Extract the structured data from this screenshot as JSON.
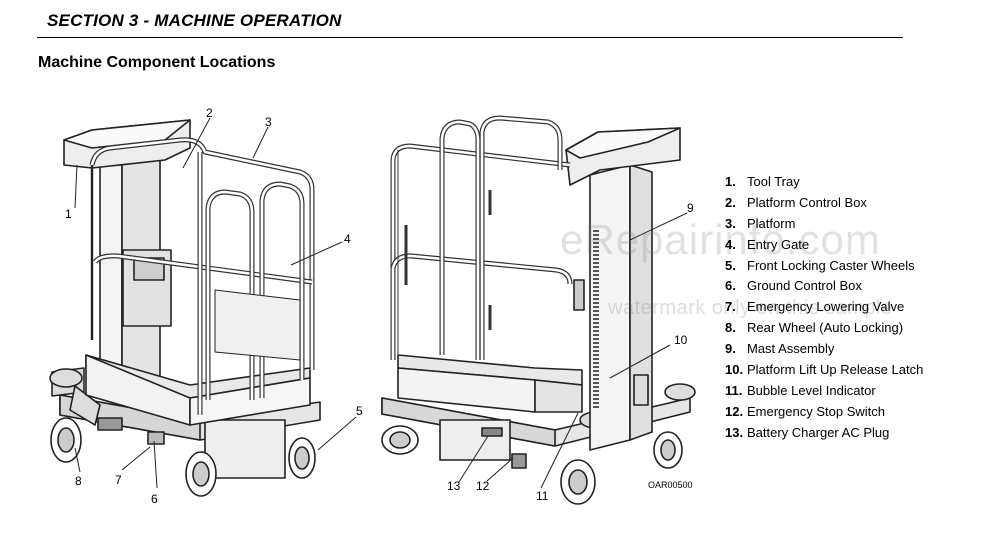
{
  "header": {
    "section_title": "SECTION 3 - MACHINE OPERATION",
    "subtitle": "Machine Component Locations"
  },
  "callouts": {
    "c1": "1",
    "c2": "2",
    "c3": "3",
    "c4": "4",
    "c5": "5",
    "c6": "6",
    "c7": "7",
    "c8": "8",
    "c9": "9",
    "c10": "10",
    "c11": "11",
    "c12": "12",
    "c13": "13"
  },
  "legend": [
    {
      "num": "1.",
      "label": "Tool Tray"
    },
    {
      "num": "2.",
      "label": "Platform Control Box"
    },
    {
      "num": "3.",
      "label": "Platform"
    },
    {
      "num": "4.",
      "label": "Entry Gate"
    },
    {
      "num": "5.",
      "label": "Front Locking Caster Wheels"
    },
    {
      "num": "6.",
      "label": "Ground Control Box"
    },
    {
      "num": "7.",
      "label": "Emergency Lowering Valve"
    },
    {
      "num": "8.",
      "label": "Rear Wheel (Auto Locking)"
    },
    {
      "num": "9.",
      "label": "Mast Assembly"
    },
    {
      "num": "10.",
      "label": "Platform Lift Up Release Latch"
    },
    {
      "num": "11.",
      "label": "Bubble Level Indicator"
    },
    {
      "num": "12.",
      "label": "Emergency Stop Switch"
    },
    {
      "num": "13.",
      "label": "Battery Charger AC Plug"
    }
  ],
  "figure_id": "OAR00500",
  "watermark": {
    "line1": "eRepairinfo.com",
    "line2": "watermark only on this sample"
  }
}
